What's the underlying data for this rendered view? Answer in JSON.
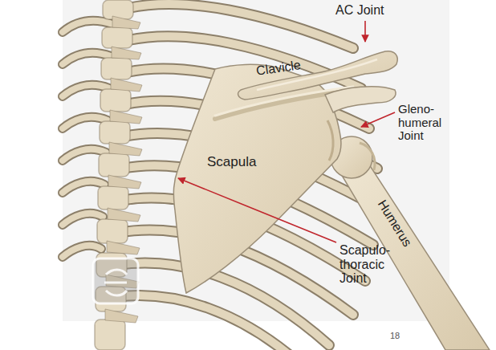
{
  "diagram": {
    "labels": [
      "Clavicle",
      "AC Joint",
      "Gleno-humeral Joint",
      "Scapula",
      "Humerus",
      "Scapulo-thoracic Joint",
      "18"
    ]
  }
}
